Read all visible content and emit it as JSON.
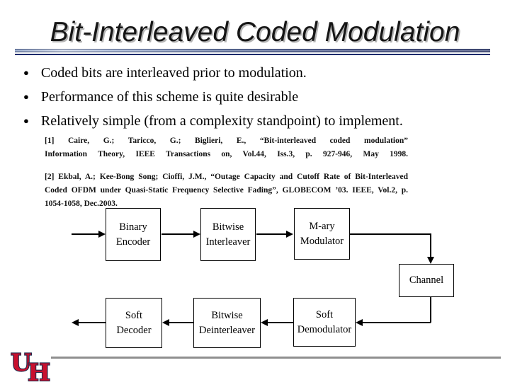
{
  "slide": {
    "title": "Bit-Interleaved Coded Modulation",
    "bullet_glyph": "●",
    "bullets": [
      "Coded bits are interleaved prior to modulation.",
      "Performance of this scheme is quite desirable",
      "Relatively simple (from a complexity standpoint) to implement."
    ],
    "citations": [
      {
        "lines": [
          "[1] Caire, G.; Taricco, G.; Biglieri, E., “Bit-interleaved coded modulation”",
          "Information Theory, IEEE Transactions on, Vol.44, Iss.3, p. 927-946, May 1998."
        ]
      },
      {
        "lines": [
          "[2] Ekbal, A.; Kee-Bong Song; Cioffi, J.M., “Outage Capacity and Cutoff Rate of Bit-Interleaved",
          "Coded OFDM under Quasi-Static Frequency Selective Fading”, GLOBECOM ’03. IEEE, Vol.2, p.",
          "1054-1058, Dec.2003."
        ]
      }
    ],
    "diagram": {
      "boxes": [
        {
          "id": "binary-encoder",
          "lines": [
            "Binary",
            "Encoder"
          ]
        },
        {
          "id": "bitwise-interleaver",
          "lines": [
            "Bitwise",
            "Interleaver"
          ]
        },
        {
          "id": "m-ary-modulator",
          "lines": [
            "M-ary",
            "Modulator"
          ]
        },
        {
          "id": "channel",
          "lines": [
            "Channel"
          ]
        },
        {
          "id": "soft-demodulator",
          "lines": [
            "Soft",
            "Demodulator"
          ]
        },
        {
          "id": "bitwise-deinterleaver",
          "lines": [
            "Bitwise",
            "Deinterleaver"
          ]
        },
        {
          "id": "soft-decoder",
          "lines": [
            "Soft",
            "Decoder"
          ]
        }
      ],
      "flow_top": "input → Binary Encoder → Bitwise Interleaver → M-ary Modulator → Channel",
      "flow_bottom": "Channel → Soft Demodulator → Bitwise Deinterleaver → Soft Decoder → output"
    },
    "logo": {
      "u": "U",
      "h": "H"
    },
    "colors": {
      "accent_navy": "#1b2a6b",
      "accent_light_blue": "#c9d6ea",
      "logo_red": "#c8102e",
      "logo_outline": "#222c4e",
      "divider_gray": "#8f8f8f",
      "title_shadow": "#b4b4b4"
    }
  }
}
